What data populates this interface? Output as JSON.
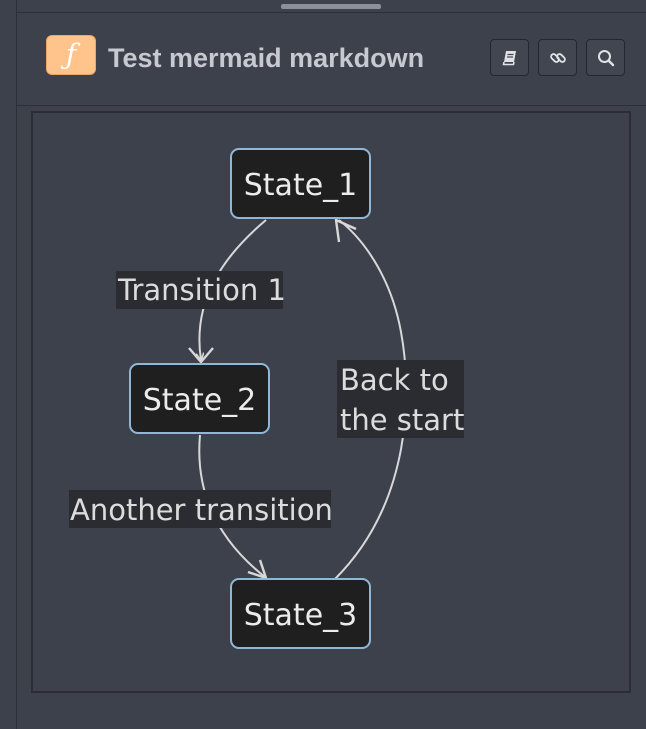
{
  "header": {
    "title": "Test mermaid markdown",
    "app_icon": "function-icon",
    "app_icon_glyph": "ƒ",
    "app_icon_color": "#ffc48c",
    "buttons": [
      {
        "name": "book-button",
        "icon": "book-icon"
      },
      {
        "name": "link-button",
        "icon": "link-icon"
      },
      {
        "name": "search-button",
        "icon": "search-icon"
      }
    ]
  },
  "diagram": {
    "type": "stateDiagram",
    "states": [
      "State_1",
      "State_2",
      "State_3"
    ],
    "transitions": [
      {
        "from": "State_1",
        "to": "State_2",
        "label": "Transition 1"
      },
      {
        "from": "State_2",
        "to": "State_3",
        "label": "Another transition"
      },
      {
        "from": "State_3",
        "to": "State_1",
        "label_lines": [
          "Back to",
          "the start"
        ]
      }
    ],
    "colors": {
      "node_fill": "#1f1f1f",
      "node_stroke": "#8fb8d8",
      "edge": "#d8d8d8",
      "label_background": "#2a2c32"
    }
  }
}
